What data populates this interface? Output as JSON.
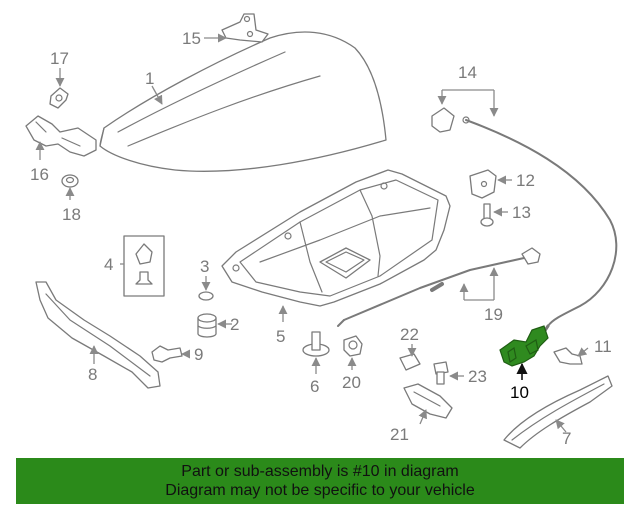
{
  "callouts": [
    {
      "id": "1",
      "label": "1"
    },
    {
      "id": "2",
      "label": "2"
    },
    {
      "id": "3",
      "label": "3"
    },
    {
      "id": "4",
      "label": "4"
    },
    {
      "id": "5",
      "label": "5"
    },
    {
      "id": "6",
      "label": "6"
    },
    {
      "id": "7",
      "label": "7"
    },
    {
      "id": "8",
      "label": "8"
    },
    {
      "id": "9",
      "label": "9"
    },
    {
      "id": "10",
      "label": "10",
      "highlighted": true
    },
    {
      "id": "11",
      "label": "11"
    },
    {
      "id": "12",
      "label": "12"
    },
    {
      "id": "13",
      "label": "13"
    },
    {
      "id": "14",
      "label": "14"
    },
    {
      "id": "15",
      "label": "15"
    },
    {
      "id": "16",
      "label": "16"
    },
    {
      "id": "17",
      "label": "17"
    },
    {
      "id": "18",
      "label": "18"
    },
    {
      "id": "19",
      "label": "19"
    },
    {
      "id": "20",
      "label": "20"
    },
    {
      "id": "21",
      "label": "21"
    },
    {
      "id": "22",
      "label": "22"
    },
    {
      "id": "23",
      "label": "23"
    }
  ],
  "banner": {
    "line1": "Part or sub-assembly is #10 in diagram",
    "line2": "Diagram may not be specific to your vehicle"
  },
  "colors": {
    "highlight": "#2b8a1a",
    "line_art": "#7a7a7a"
  }
}
